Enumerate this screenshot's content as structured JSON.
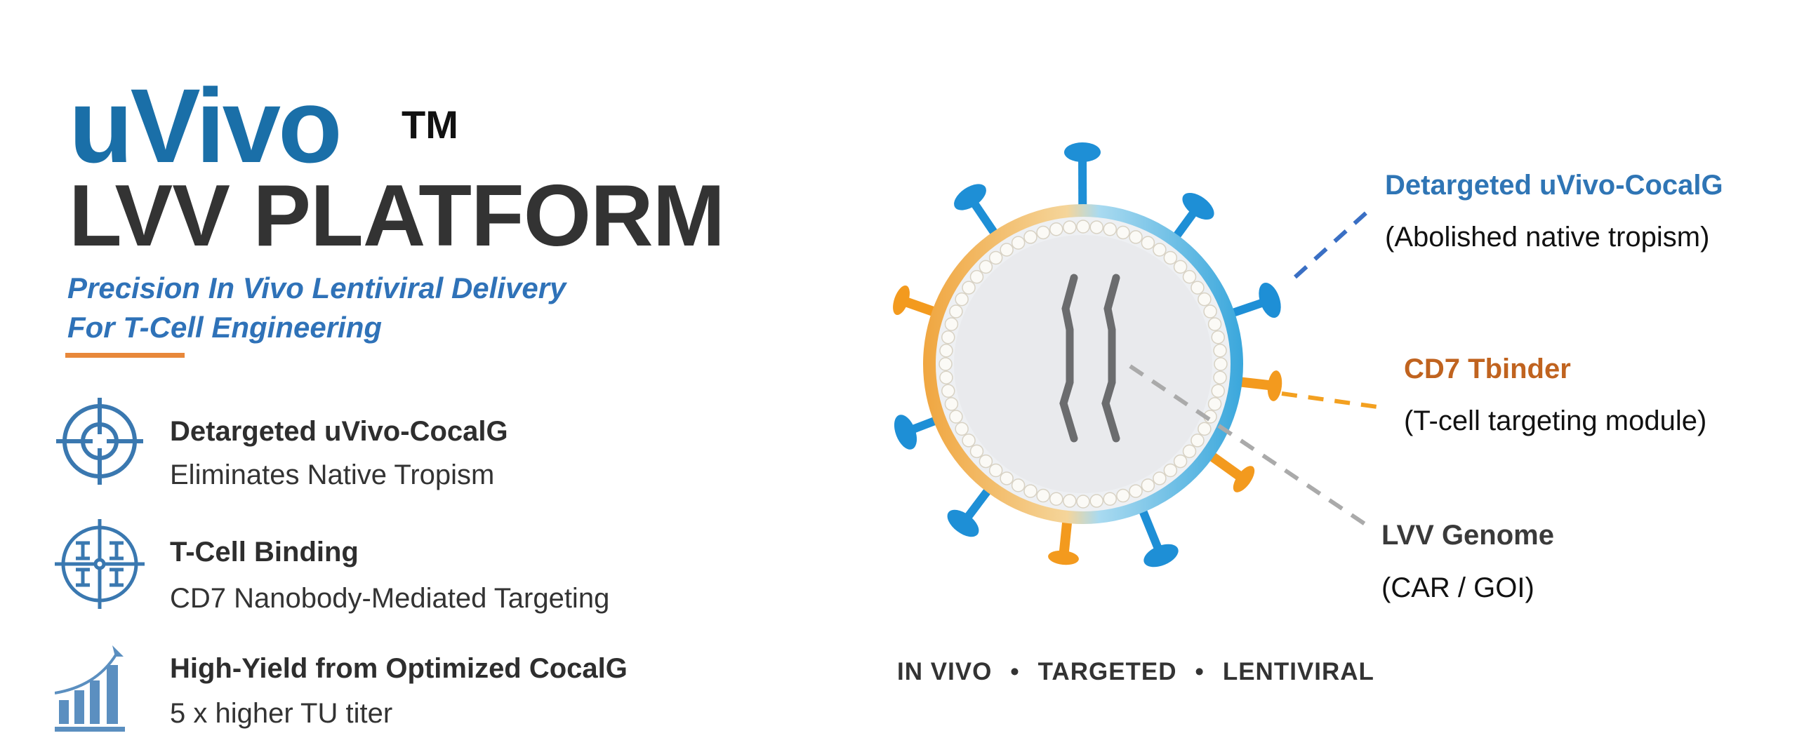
{
  "header": {
    "brand": "uVivo",
    "trademark": "TM",
    "title": "LVV PLATFORM",
    "tagline_line1": "Precision In Vivo Lentiviral Delivery",
    "tagline_line2": "For T-Cell Engineering"
  },
  "features": [
    {
      "icon": "target-crosshair-icon",
      "title": "Detargeted uVivo-CocalG",
      "subtitle": "Eliminates Native Tropism"
    },
    {
      "icon": "cell-binding-crosshair-icon",
      "title": "T-Cell Binding",
      "subtitle": "CD7 Nanobody-Mediated Targeting"
    },
    {
      "icon": "bar-chart-growth-icon",
      "title": "High-Yield from Optimized CocalG",
      "subtitle": "5 x higher TU titer"
    }
  ],
  "callouts": [
    {
      "title": "Detargeted uVivo-CocalG",
      "subtitle": "(Abolished native tropism)",
      "color": "#2f75b5"
    },
    {
      "title": "CD7 Tbinder",
      "subtitle": "(T-cell targeting module)",
      "color": "#c0631f"
    },
    {
      "title": "LVV Genome",
      "subtitle": "(CAR / GOI)",
      "color": "#3a3a3a"
    }
  ],
  "footer": {
    "items": [
      "IN VIVO",
      "TARGETED",
      "LENTIVIRAL"
    ],
    "separator": "•"
  },
  "colors": {
    "brand_blue": "#1a6fa8",
    "accent_orange": "#e8883a",
    "spike_blue": "#1e8fd6",
    "spike_orange": "#f39a1e"
  }
}
